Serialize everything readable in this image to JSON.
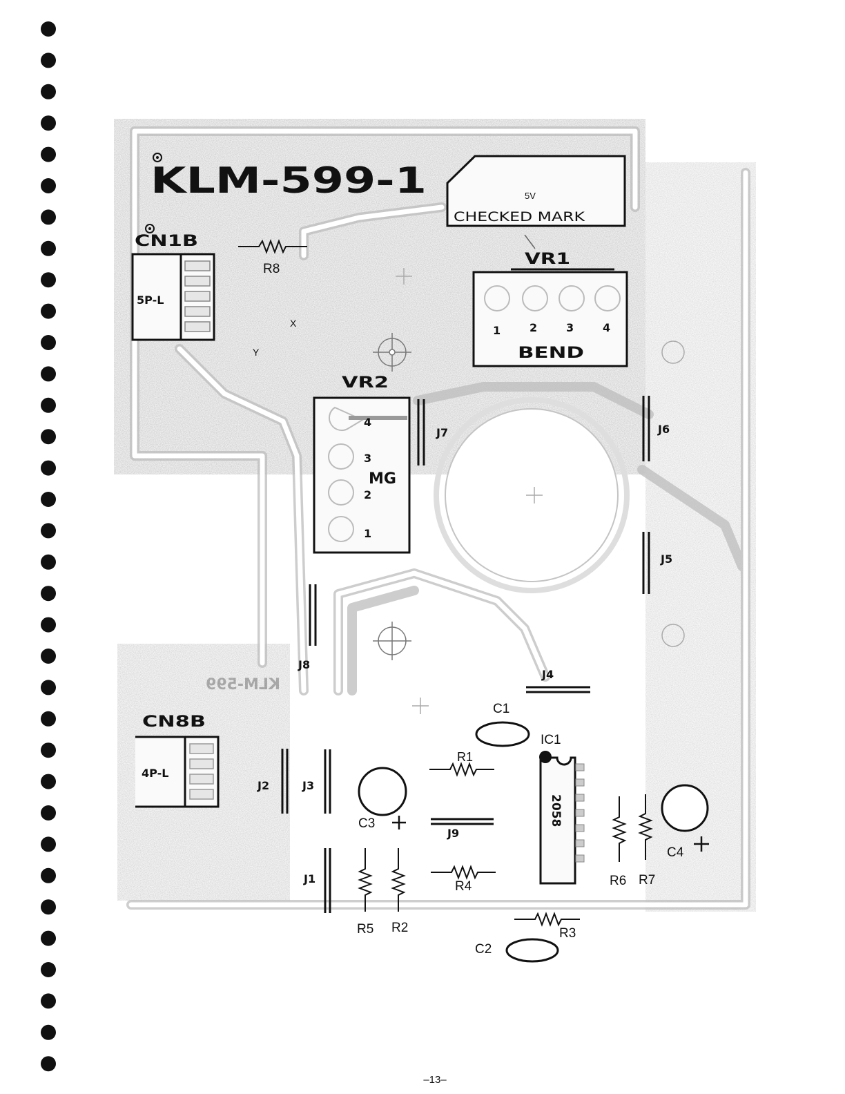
{
  "board": {
    "id": "KLM-599-1",
    "checked_mark": "CHECKED MARK",
    "ghost_id": "KLM-599"
  },
  "connectors": {
    "cn1b": {
      "name": "CN1B",
      "type": "5P-L"
    },
    "cn8b": {
      "name": "CN8B",
      "type": "4P-L"
    }
  },
  "vr1": {
    "name": "VR1",
    "function": "BEND",
    "pins": [
      "1",
      "2",
      "3",
      "4"
    ]
  },
  "vr2": {
    "name": "VR2",
    "function": "MG",
    "pins": [
      "4",
      "3",
      "2",
      "1"
    ]
  },
  "jumpers": [
    "J1",
    "J2",
    "J3",
    "J4",
    "J5",
    "J6",
    "J7",
    "J8",
    "J9"
  ],
  "resistors": [
    "R1",
    "R2",
    "R3",
    "R4",
    "R5",
    "R6",
    "R7",
    "R8"
  ],
  "capacitors": [
    "C1",
    "C2",
    "C3",
    "C4"
  ],
  "ic": {
    "name": "IC1",
    "part": "2058"
  },
  "misc_marks": {
    "x": "X",
    "y": "Y"
  },
  "page": {
    "number": "–13–"
  }
}
